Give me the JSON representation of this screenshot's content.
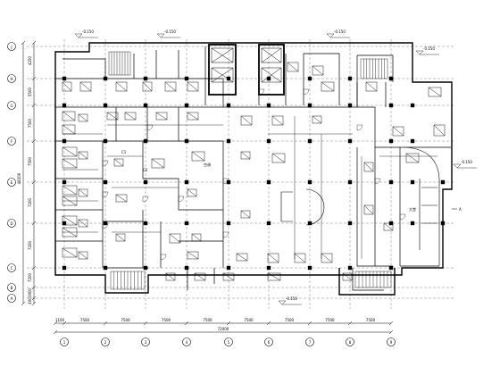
{
  "grid": {
    "columns": [
      "1",
      "2",
      "3",
      "4",
      "5",
      "6",
      "7",
      "8",
      "9"
    ],
    "rows": [
      "A",
      "B",
      "C",
      "D",
      "E",
      "F",
      "G",
      "H",
      "J"
    ],
    "bottom_spans": [
      "1100",
      "7500",
      "7500",
      "7500",
      "7500",
      "7500",
      "7500",
      "7500",
      "7500"
    ],
    "bottom_total": "72000",
    "left_spans": [
      "4250",
      "5500",
      "7500",
      "7500",
      "7200",
      "7200",
      "7200",
      "3900",
      "400"
    ],
    "left_total": "48200"
  },
  "elevations": {
    "top_1": "-0.150",
    "top_2": "-0.150",
    "top_3": "-0.150",
    "right_top": "-0.150",
    "right_mid": "-0.150",
    "bottom": "-0.150"
  },
  "labels": {
    "zone_left": "C1",
    "zone_right": "C2",
    "room_center": "空调",
    "room_lobby": "大堂",
    "arrow_right": "A"
  }
}
